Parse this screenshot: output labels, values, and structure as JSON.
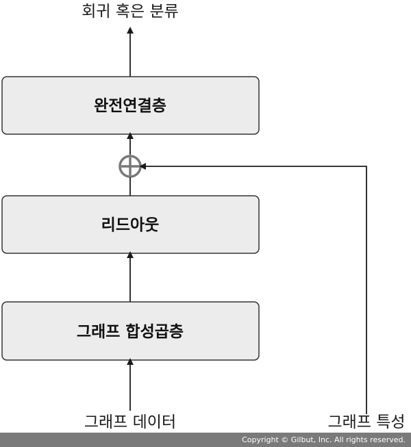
{
  "output_label": "회귀 혹은 분류",
  "blocks": {
    "fc": "완전연결층",
    "dropout": "리드아웃",
    "gconv": "그래프 합성곱층"
  },
  "inputs": {
    "graph_data": "그래프 데이터",
    "graph_features": "그래프 특성"
  },
  "combine_symbol": "plus-circle-icon",
  "footer": "Copyright © Gilbut, Inc. All rights reserved.",
  "colors": {
    "box_fill": "#ececec",
    "line": "#1a1a1a",
    "footer_bg": "#7a7a7a",
    "plus": "#777777"
  }
}
